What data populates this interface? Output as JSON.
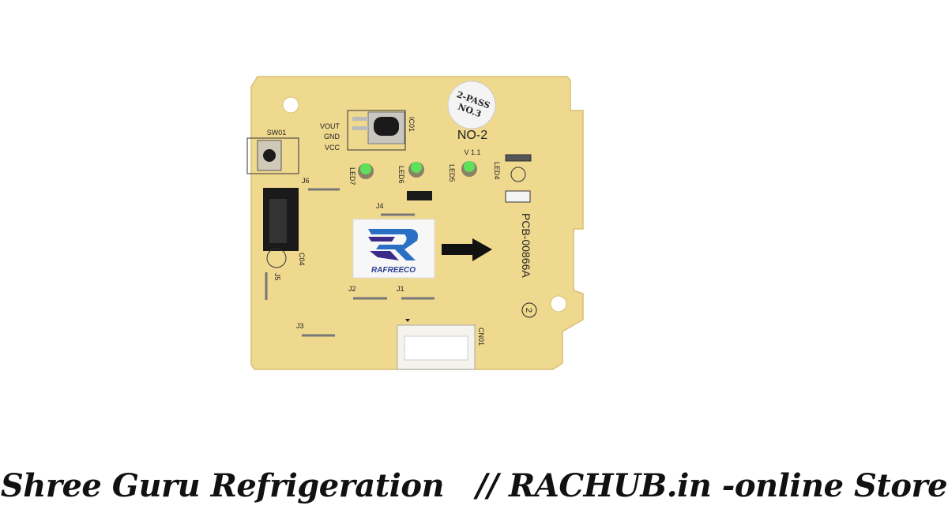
{
  "board": {
    "sticker_line1": "2-PASS",
    "sticker_line2": "NO.3",
    "no_label": "NO-2",
    "version": "V 1.1",
    "part_number": "PCB-00866A",
    "circle_mark": "2",
    "switch": "SW01",
    "ic": "IC01",
    "pins": [
      "VOUT",
      "GND",
      "VCC"
    ],
    "leds": [
      "LED7",
      "LED6",
      "LED5",
      "LED4"
    ],
    "jumpers": [
      "J6",
      "J4",
      "J2",
      "J1",
      "J3",
      "J5"
    ],
    "capacitor": "C04",
    "connector": "CN01",
    "logo_text": "RAFREECO"
  },
  "caption": {
    "left": "Shree Guru Refrigeration",
    "right": "// RACHUB.in -online Store"
  },
  "colors": {
    "board": "#efd98f",
    "led": "#5fe05a",
    "logo_blue": "#2b6fc4",
    "logo_purple": "#3a2a8a"
  }
}
